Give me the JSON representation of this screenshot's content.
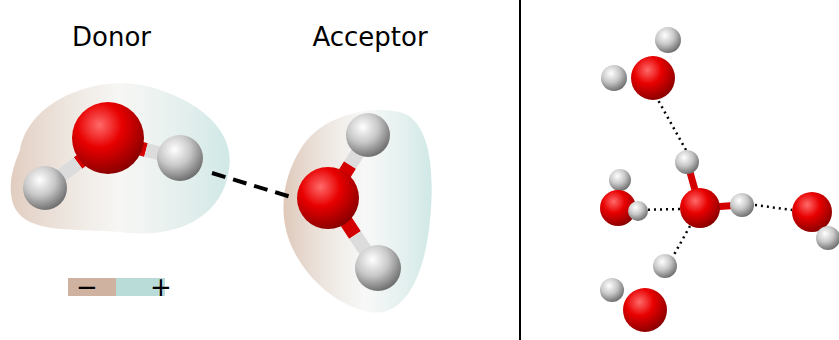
{
  "diagram": {
    "nodes": [
      {
        "text": [
          "Donor"
        ]
      },
      {
        "text": [
          "Acceptor"
        ]
      }
    ],
    "edges": [
      {
        "from": 0,
        "to": 1,
        "arrow": "none"
      }
    ],
    "legend": [
      {
        "text": "−",
        "color": "#cfb3a0"
      },
      {
        "text": "+",
        "color": "#b9dcd8"
      }
    ]
  }
}
